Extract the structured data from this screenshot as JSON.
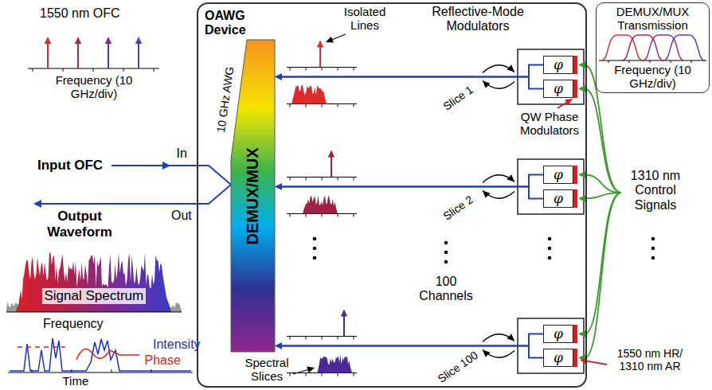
{
  "diagram": {
    "nodes": [
      {
        "text": [
          "OAWG Device"
        ]
      },
      {
        "text": [
          "10 GHz AWG",
          "DEMUX/MUX"
        ],
        "in": 0
      },
      {
        "text": [
          "φ"
        ],
        "in": 0
      },
      {
        "text": [
          "φ"
        ],
        "in": 0
      },
      {
        "text": [
          "φ"
        ],
        "in": 0
      },
      {
        "text": [
          "φ"
        ],
        "in": 0
      },
      {
        "text": [
          "φ"
        ],
        "in": 0
      },
      {
        "text": [
          "φ"
        ],
        "in": 0
      },
      {
        "text": [
          "DEMUX/MUX Transmission",
          "Frequency (10 GHz/div)"
        ]
      }
    ],
    "edges": [
      {
        "from": 2,
        "to": 1,
        "arrow": "to"
      },
      {
        "from": 3,
        "to": 1,
        "arrow": "to"
      },
      {
        "from": 4,
        "to": 1,
        "arrow": "to"
      },
      {
        "from": 5,
        "to": 1,
        "arrow": "to"
      },
      {
        "from": 6,
        "to": 1,
        "arrow": "to"
      },
      {
        "from": 7,
        "to": 1,
        "arrow": "to"
      }
    ],
    "labels": [
      "1550 nm OFC",
      "Frequency (10 GHz/div)",
      "Input OFC",
      "In",
      "Out",
      "Output Waveform",
      "Signal Spectrum",
      "Frequency",
      "Intensity",
      "Phase",
      "Time",
      "Isolated Lines",
      "Reflective-Mode Modulators",
      "Slice 1",
      "Slice 2",
      "Slice 100",
      "QW Phase Modulators",
      "100 Channels",
      "Spectral Slices",
      "1310 nm Control Signals",
      "1550 nm HR/ 1310 nm AR"
    ]
  }
}
